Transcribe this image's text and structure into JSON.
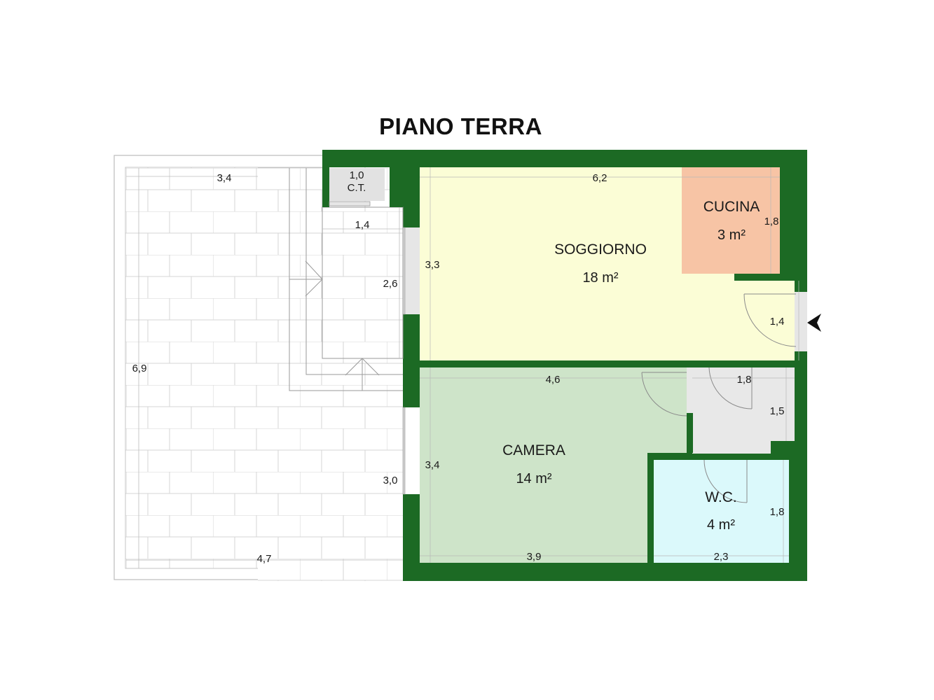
{
  "title": "PIANO TERRA",
  "colors": {
    "wall": "#1c6a24",
    "soggiorno": "#fbfdd6",
    "cucina": "#f7c4a5",
    "camera": "#cee4c9",
    "wc": "#dbf9fb",
    "disimpegno": "#e8e8e8",
    "ct": "#e2e2e2",
    "terrace": "#ffffff",
    "tile_line": "#d8d8d8"
  },
  "rooms": {
    "soggiorno": {
      "name": "SOGGIORNO",
      "area": "18 m²"
    },
    "cucina": {
      "name": "CUCINA",
      "area": "3 m²"
    },
    "camera": {
      "name": "CAMERA",
      "area": "14 m²"
    },
    "wc": {
      "name": "W.C.",
      "area": "4 m²"
    },
    "ct": {
      "name": "C.T.",
      "width": "1,0"
    }
  },
  "dimensions": {
    "terrace_top": "3,4",
    "terrace_left": "6,9",
    "terrace_bottom": "4,7",
    "patio_width": "1,4",
    "patio_height": "2,6",
    "window_lower": "3,0",
    "soggiorno_width": "6,2",
    "soggiorno_height": "3,3",
    "cucina_height": "1,8",
    "entrance_width": "1,4",
    "camera_width_top": "4,6",
    "camera_width_bottom": "3,9",
    "camera_height": "3,4",
    "hall_width": "1,8",
    "hall_height": "1,5",
    "wc_width": "2,3",
    "wc_height": "1,8"
  },
  "entrance_marker": "entrance-arrow"
}
